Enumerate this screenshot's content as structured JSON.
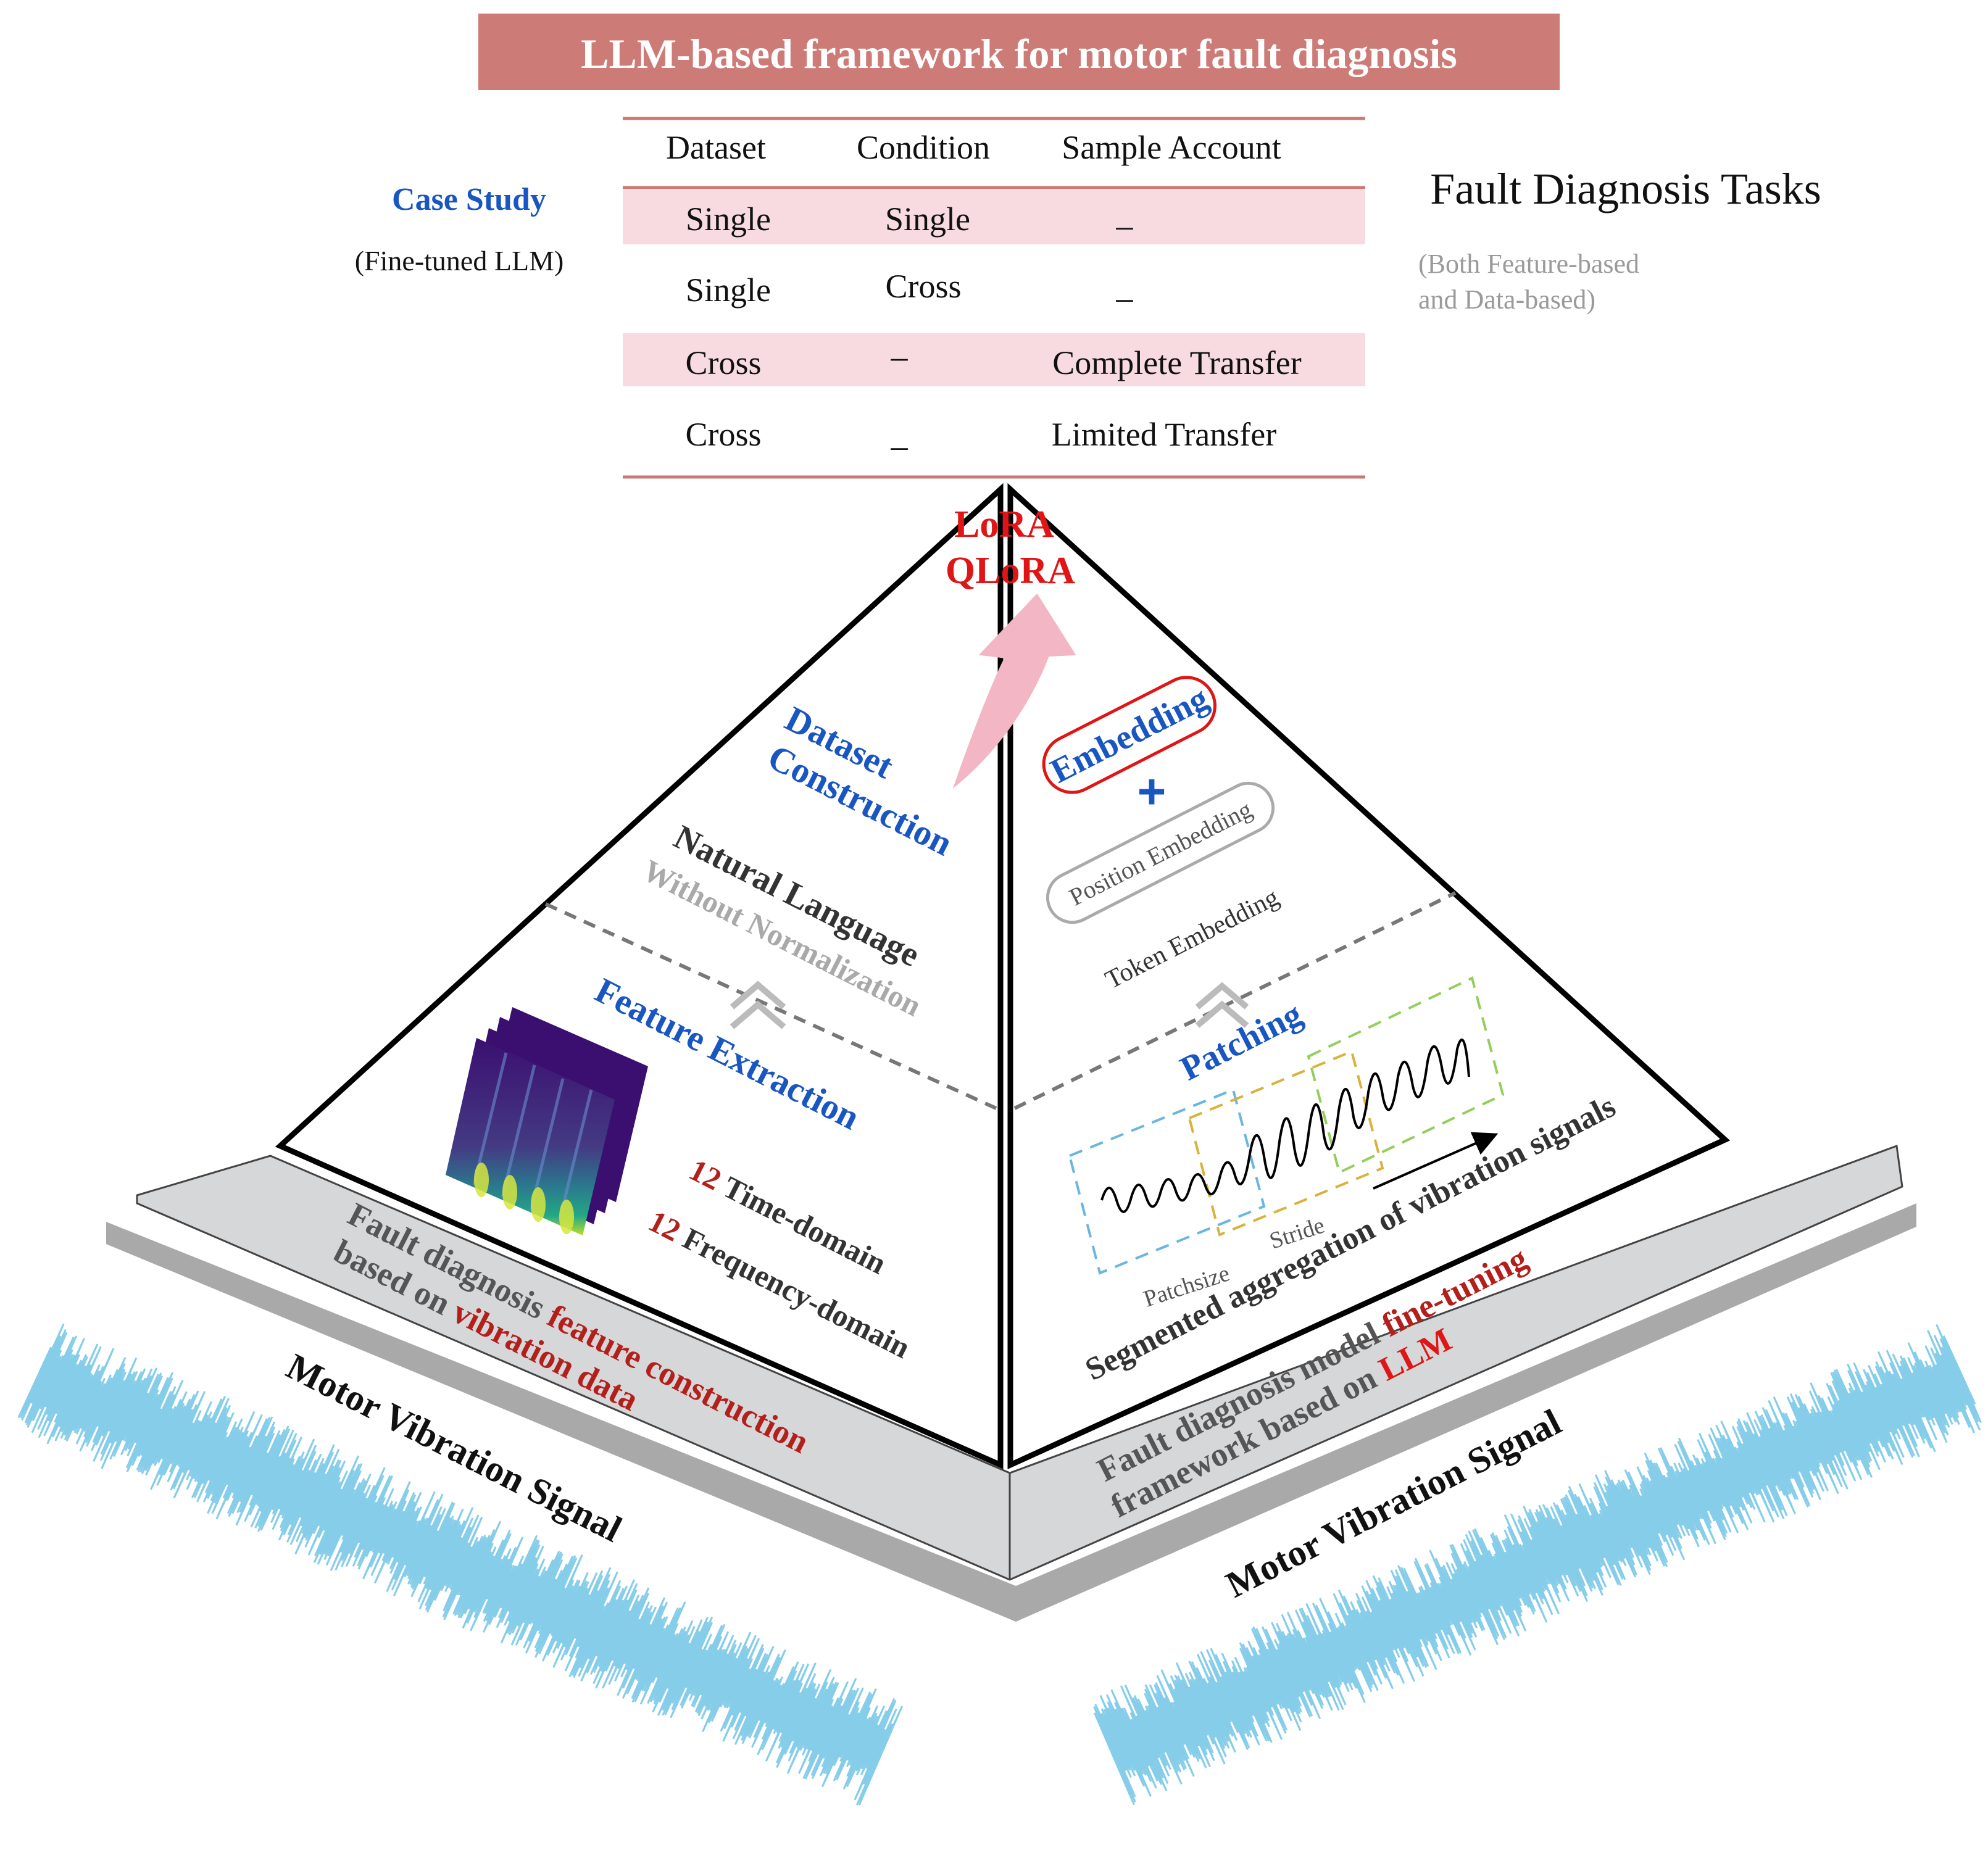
{
  "title": "LLM-based framework for motor fault diagnosis",
  "case_study": {
    "heading": "Case Study",
    "subheading": "(Fine-tuned LLM)"
  },
  "table": {
    "headers": [
      "Dataset",
      "Condition",
      "Sample Account"
    ],
    "rows": [
      {
        "dataset": "Single",
        "condition": "Single",
        "sample": "_"
      },
      {
        "dataset": "Single",
        "condition": "Cross",
        "sample": "_"
      },
      {
        "dataset": "Cross",
        "condition": "–",
        "sample": "Complete Transfer"
      },
      {
        "dataset": "Cross",
        "condition": "_",
        "sample": "Limited Transfer"
      }
    ]
  },
  "tasks": {
    "heading": "Fault Diagnosis Tasks",
    "note_line1": "(Both Feature-based",
    "note_line2": "and Data-based)"
  },
  "apex": {
    "line1": "LoRA",
    "line2": "QLoRA"
  },
  "left_face": {
    "dataset_construction_1": "Dataset",
    "dataset_construction_2": "Construction",
    "natural_language": "Natural Language",
    "without_normalization": "Without Normalization",
    "feature_extraction": "Feature Extraction",
    "time_count": "12",
    "time_label": " Time-domain",
    "freq_count": "12",
    "freq_label": " Frequency-domain"
  },
  "right_face": {
    "embedding": "Embedding",
    "plus": "+",
    "position_embedding": "Position Embedding",
    "token_embedding": "Token Embedding",
    "patching": "Patching",
    "patchsize": "Patchsize",
    "stride": "Stride",
    "segmented": "Segmented aggregation of vibration signals"
  },
  "base_left": {
    "part1": "Fault diagnosis ",
    "part2": "feature construction",
    "part3": "based on ",
    "part4": "vibration data"
  },
  "base_right": {
    "part1": "Fault diagnosis model ",
    "part2": "fine-tuning",
    "part3": "framework based on ",
    "part4": "LLM"
  },
  "signal_label_left": "Motor Vibration Signal",
  "signal_label_right": "Motor Vibration Signal",
  "colors": {
    "title_bg": "#cd7b77",
    "table_rule": "#c97a72",
    "row_highlight": "#f7dbe0",
    "blue_text": "#1a56c2",
    "red_text": "#b3201c",
    "apex_red": "#e01515",
    "signal_blue": "#86cdea",
    "arrow_pink": "#f2b6c4",
    "base_gray": "#d6d7d9",
    "base_dark": "#a9a9a9"
  },
  "icons": {
    "pyramid_chevron": "double-chevron-up-icon",
    "curved_arrow": "curved-arrow-up-icon",
    "spectrogram": "spectrogram-stack-icon"
  }
}
